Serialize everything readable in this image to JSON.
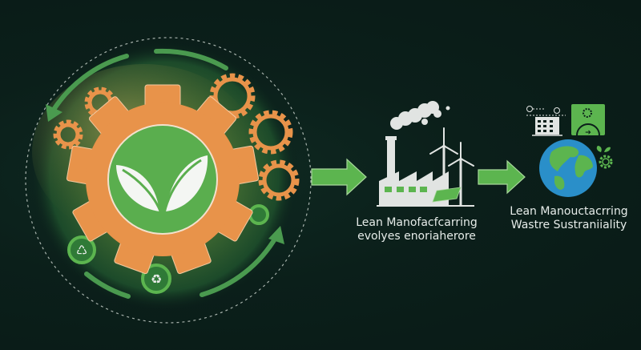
{
  "diagram": {
    "type": "process-flow",
    "background_color": "#0b1f1a",
    "accent_colors": {
      "gear_orange": "#e8934a",
      "leaf_green": "#5aae4e",
      "arrow_green": "#5cb54f",
      "globe_blue": "#2a8fc9",
      "icon_white": "#e9ecea"
    },
    "stages": [
      {
        "id": "lean-gear",
        "icon": "gear-with-leaf-icon",
        "description": "Orange gear with green leaf center surrounded by smaller gears and circular arrows over a world map"
      },
      {
        "id": "factory",
        "icon": "factory-with-wind-turbines-icon",
        "caption_line1": "Lean Manofacfcarring",
        "caption_line2": "evolyes enoriaherore"
      },
      {
        "id": "globe",
        "icon": "earth-globe-icon",
        "caption_line1": "Lean Manouctacrring",
        "caption_line2": "Wastre Sustraniiality"
      }
    ],
    "connectors": [
      {
        "from": "lean-gear",
        "to": "factory",
        "icon": "right-arrow-icon"
      },
      {
        "from": "factory",
        "to": "globe",
        "icon": "right-arrow-icon"
      }
    ]
  }
}
